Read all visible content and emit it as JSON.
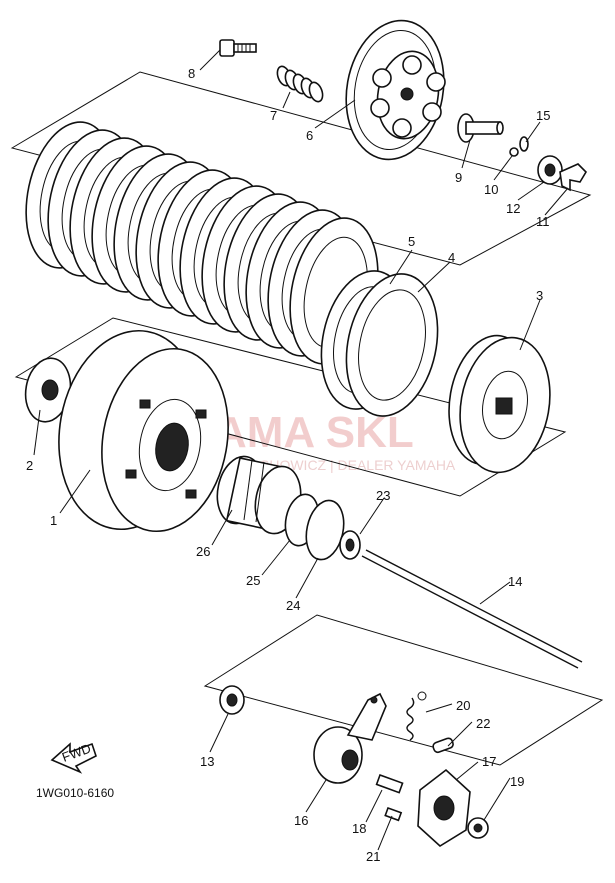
{
  "diagram": {
    "code": "1WG010-6160",
    "fwd_label": "FWD",
    "watermark_main": "AMA SKL",
    "watermark_sub": "SHOWICZ | DEALER YAMAHA",
    "part_numbers": [
      "1",
      "2",
      "3",
      "4",
      "5",
      "6",
      "7",
      "8",
      "9",
      "10",
      "11",
      "12",
      "13",
      "14",
      "15",
      "16",
      "17",
      "18",
      "19",
      "20",
      "21",
      "22",
      "23",
      "24",
      "25",
      "26"
    ]
  }
}
